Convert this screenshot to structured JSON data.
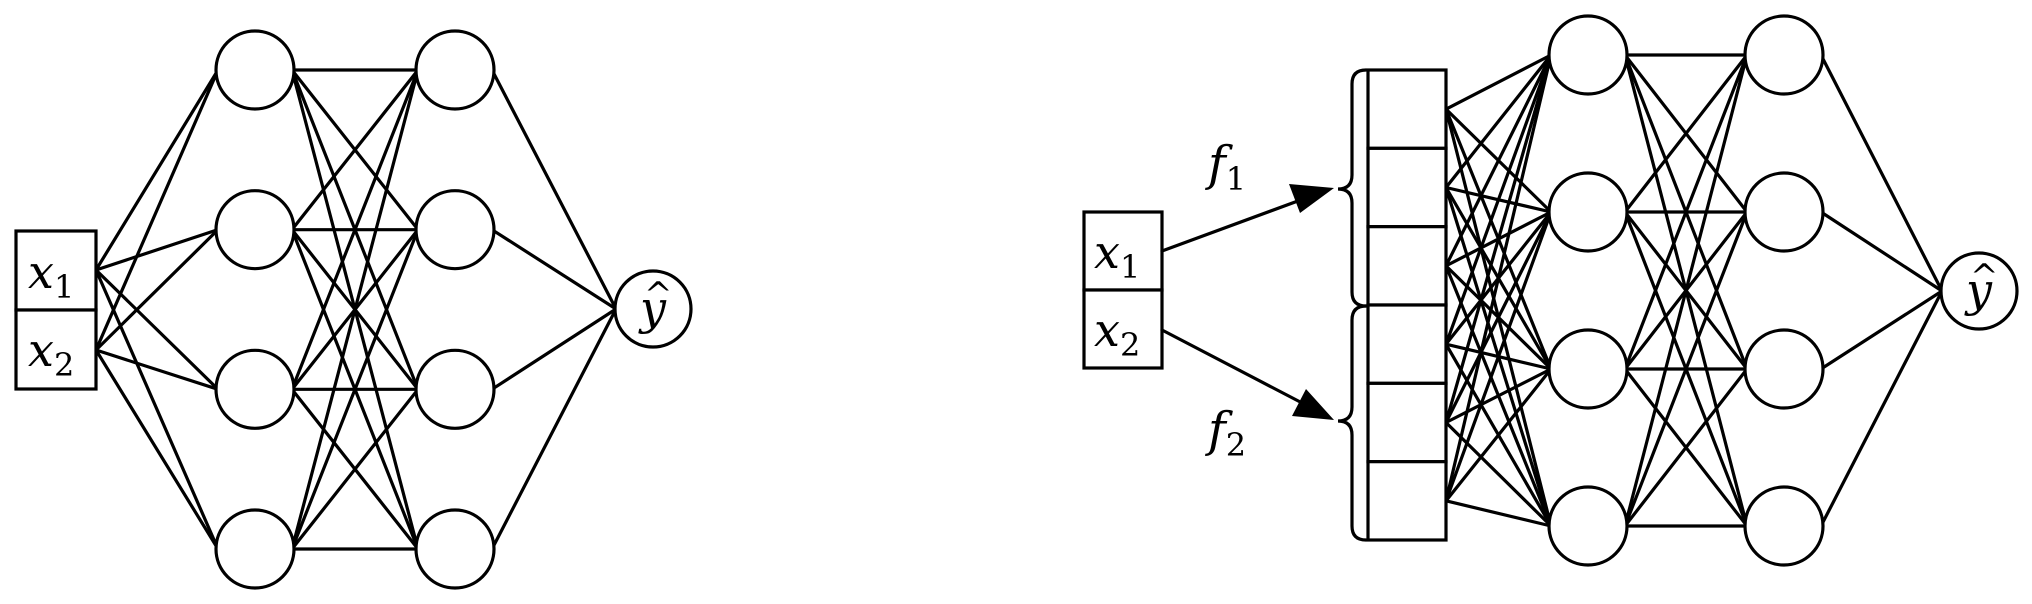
{
  "left_network": {
    "inputs": [
      {
        "symbol": "x",
        "subscript": "1"
      },
      {
        "symbol": "x",
        "subscript": "2"
      }
    ],
    "hidden_layers": [
      4,
      4
    ],
    "output": {
      "symbol": "y",
      "hat": "^"
    }
  },
  "right_network": {
    "inputs": [
      {
        "symbol": "x",
        "subscript": "1"
      },
      {
        "symbol": "x",
        "subscript": "2"
      }
    ],
    "feature_maps": [
      {
        "symbol": "f",
        "subscript": "1"
      },
      {
        "symbol": "f",
        "subscript": "2"
      }
    ],
    "embedding_cells": 6,
    "hidden_layers": [
      4,
      4
    ],
    "output": {
      "symbol": "y",
      "hat": "^"
    }
  }
}
